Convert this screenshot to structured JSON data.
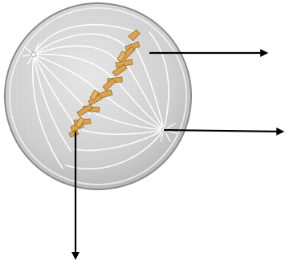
{
  "diagram": {
    "subject": "cell-in-metaphase",
    "components": [
      "cell",
      "spindle-fibers",
      "chromosomes",
      "centrosome-top",
      "centrosome-bottom"
    ],
    "pointer_arrows": [
      {
        "target": "spindle-fibers"
      },
      {
        "target": "centrosome"
      },
      {
        "target": "chromosomes"
      }
    ],
    "colors": {
      "cell_fill": "#d5d5d5",
      "cell_edge": "#8a8a8a",
      "fiber": "#ffffff",
      "chromosome": "#d9a352",
      "chromosome_edge": "#9a6a25",
      "arrow": "#000000"
    }
  }
}
